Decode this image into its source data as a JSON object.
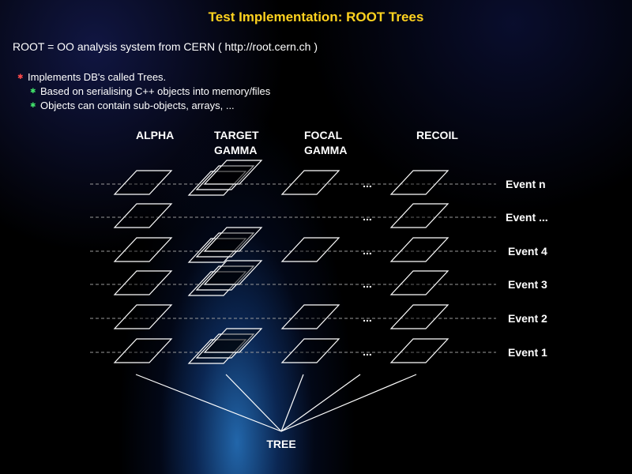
{
  "title": "Test Implementation: ROOT Trees",
  "subtitle": "ROOT = OO analysis system from CERN ( http://root.cern.ch )",
  "bullets": [
    {
      "text": "Implements DB's called Trees.",
      "level": 1
    },
    {
      "text": "Based on serialising C++ objects into memory/files",
      "level": 2
    },
    {
      "text": "Objects can contain sub-objects, arrays, ...",
      "level": 2
    }
  ],
  "columns": [
    {
      "line1": "ALPHA",
      "line2": ""
    },
    {
      "line1": "TARGET",
      "line2": "GAMMA"
    },
    {
      "line1": "FOCAL",
      "line2": "GAMMA"
    },
    {
      "line1": "RECOIL",
      "line2": ""
    }
  ],
  "events": [
    "Event n",
    "Event ...",
    "Event 4",
    "Event 3",
    "Event 2",
    "Event 1"
  ],
  "ellipsis": "...",
  "tree_label": "TREE",
  "colors": {
    "title": "#ffd21f",
    "bullet_main": "#ff4a4a",
    "bullet_sub": "#41e36a"
  },
  "grid": {
    "focal_present": [
      true,
      false,
      true,
      false,
      true,
      true
    ],
    "target_stack": [
      3,
      0,
      3,
      3,
      0,
      3
    ]
  }
}
